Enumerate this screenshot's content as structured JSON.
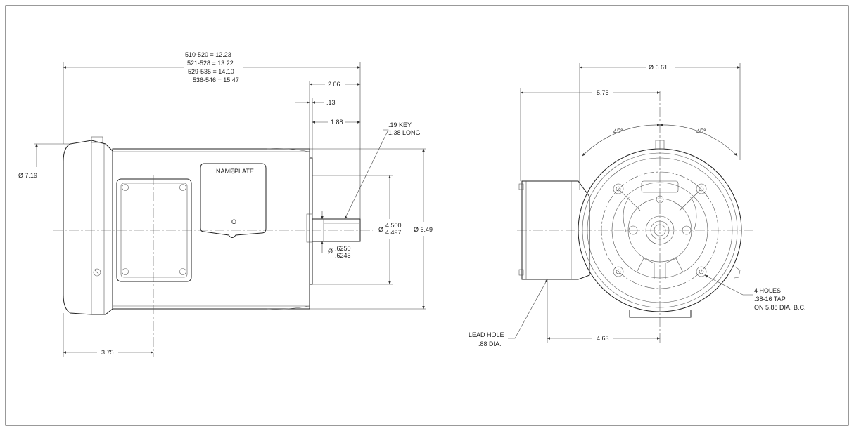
{
  "side_view": {
    "length_lines": [
      "510-520 = 12.23",
      "521-528 = 13.22",
      "529-535 = 14.10",
      "536-546 = 15.47"
    ],
    "dim_206": "2.06",
    "dim_13": ".13",
    "dim_188": "1.88",
    "key_line1": ".19 KEY",
    "key_line2": "1.38 LONG",
    "dia_719": "Ø 7.19",
    "nameplate": "NAMEPLATE",
    "nameplate_o": "O",
    "dia_4500": "4.500",
    "dia_4497": "4.497",
    "dia_symbol": "Ø",
    "dia_649": "Ø 6.49",
    "shaft_6250": ".6250",
    "shaft_6245": ".6245",
    "dim_375": "3.75"
  },
  "end_view": {
    "dia_661": "Ø 6.61",
    "dim_575": "5.75",
    "angle_left": "45°",
    "angle_right": "45°",
    "holes_line1": "4 HOLES",
    "holes_line2": ".38-16 TAP",
    "holes_line3": "ON 5.88 DIA. B.C.",
    "lead_line1": "LEAD HOLE",
    "lead_line2": ".88 DIA.",
    "dim_463": "4.63"
  }
}
